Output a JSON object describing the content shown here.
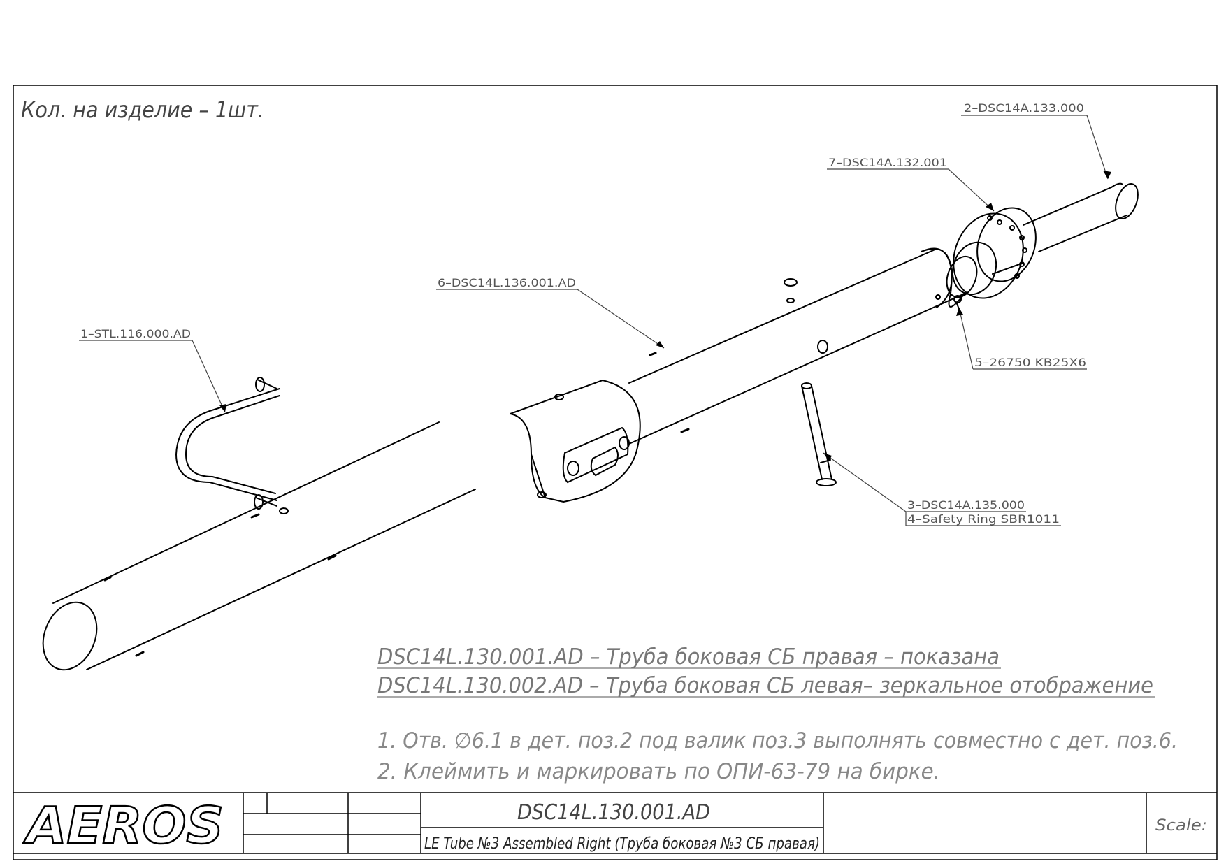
{
  "quantity_note": "Кол. на изделие – 1шт.",
  "callouts": {
    "pos2": "2–DSC14A.133.000",
    "pos7": "7–DSC14A.132.001",
    "pos6": "6–DSC14L.136.001.AD",
    "pos1": "1–STL.116.000.AD",
    "pos5": "5–26750  KB25X6",
    "pos3": "3–DSC14A.135.000",
    "pos4": "4–Safety  Ring  SBR1011"
  },
  "variants": {
    "right": "DSC14L.130.001.AD – Труба боковая СБ правая – показана",
    "left": "DSC14L.130.002.AD – Труба боковая СБ левая– зеркальное отображение"
  },
  "notes": [
    "1. Отв. ∅6.1 в дет. поз.2 под валик поз.3 выполнять совместно с дет. поз.6.",
    "2. Клеймить и маркировать по ОПИ-63-79 на бирке."
  ],
  "title_block": {
    "logo": "AEROS",
    "drawing_number": "DSC14L.130.001.AD",
    "drawing_title": "LE Tube №3 Assembled Right (Труба боковая №3 СБ правая)",
    "scale_label": "Scale:"
  }
}
